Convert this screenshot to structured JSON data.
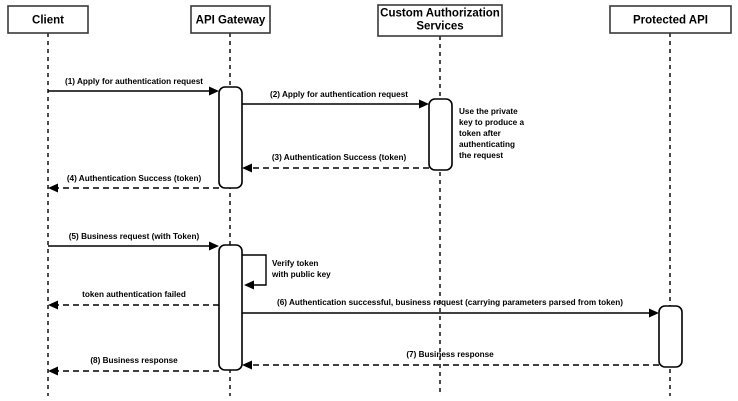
{
  "diagram": {
    "title": "API Gateway token authentication sequence",
    "type": "uml-sequence-diagram",
    "background_color": "#ffffff",
    "line_color": "#000000",
    "box_stroke_color": "#3a3a3a"
  },
  "actors": [
    {
      "id": "client",
      "label": "Client",
      "label_line2": ""
    },
    {
      "id": "api-gateway",
      "label": "API Gateway",
      "label_line2": ""
    },
    {
      "id": "custom-auth",
      "label": "Custom Authorization",
      "label_line2": "Services"
    },
    {
      "id": "protected-api",
      "label": "Protected API",
      "label_line2": ""
    }
  ],
  "messages": [
    {
      "seq": "1",
      "label": "(1) Apply for authentication request",
      "from": "client",
      "to": "api-gateway",
      "style": "solid",
      "direction": "right"
    },
    {
      "seq": "2",
      "label": "(2) Apply for authentication request",
      "from": "api-gateway",
      "to": "custom-auth",
      "style": "solid",
      "direction": "right"
    },
    {
      "seq": "3",
      "label": "(3) Authentication Success (token)",
      "from": "custom-auth",
      "to": "api-gateway",
      "style": "dashed",
      "direction": "left"
    },
    {
      "seq": "4",
      "label": "(4) Authentication Success (token)",
      "from": "api-gateway",
      "to": "client",
      "style": "dashed",
      "direction": "left"
    },
    {
      "seq": "5",
      "label": "(5) Business request (with Token)",
      "from": "client",
      "to": "api-gateway",
      "style": "solid",
      "direction": "right"
    },
    {
      "seq": "fail",
      "label": "token authentication failed",
      "from": "api-gateway",
      "to": "client",
      "style": "dashed",
      "direction": "left"
    },
    {
      "seq": "6",
      "label": "(6) Authentication successful, business request (carrying parameters parsed from token)",
      "from": "api-gateway",
      "to": "protected-api",
      "style": "solid",
      "direction": "right"
    },
    {
      "seq": "7",
      "label": "(7) Business response",
      "from": "protected-api",
      "to": "api-gateway",
      "style": "dashed",
      "direction": "left"
    },
    {
      "seq": "8",
      "label": "(8) Business response",
      "from": "api-gateway",
      "to": "client",
      "style": "dashed",
      "direction": "left"
    }
  ],
  "notes": [
    {
      "id": "private-key-note",
      "owner": "custom-auth",
      "lines": [
        "Use the private",
        "key to produce a",
        "token after",
        "authenticating",
        "the request"
      ]
    }
  ],
  "self_messages": [
    {
      "id": "verify-token",
      "owner": "api-gateway",
      "lines": [
        "Verify token",
        "with public key"
      ]
    }
  ]
}
